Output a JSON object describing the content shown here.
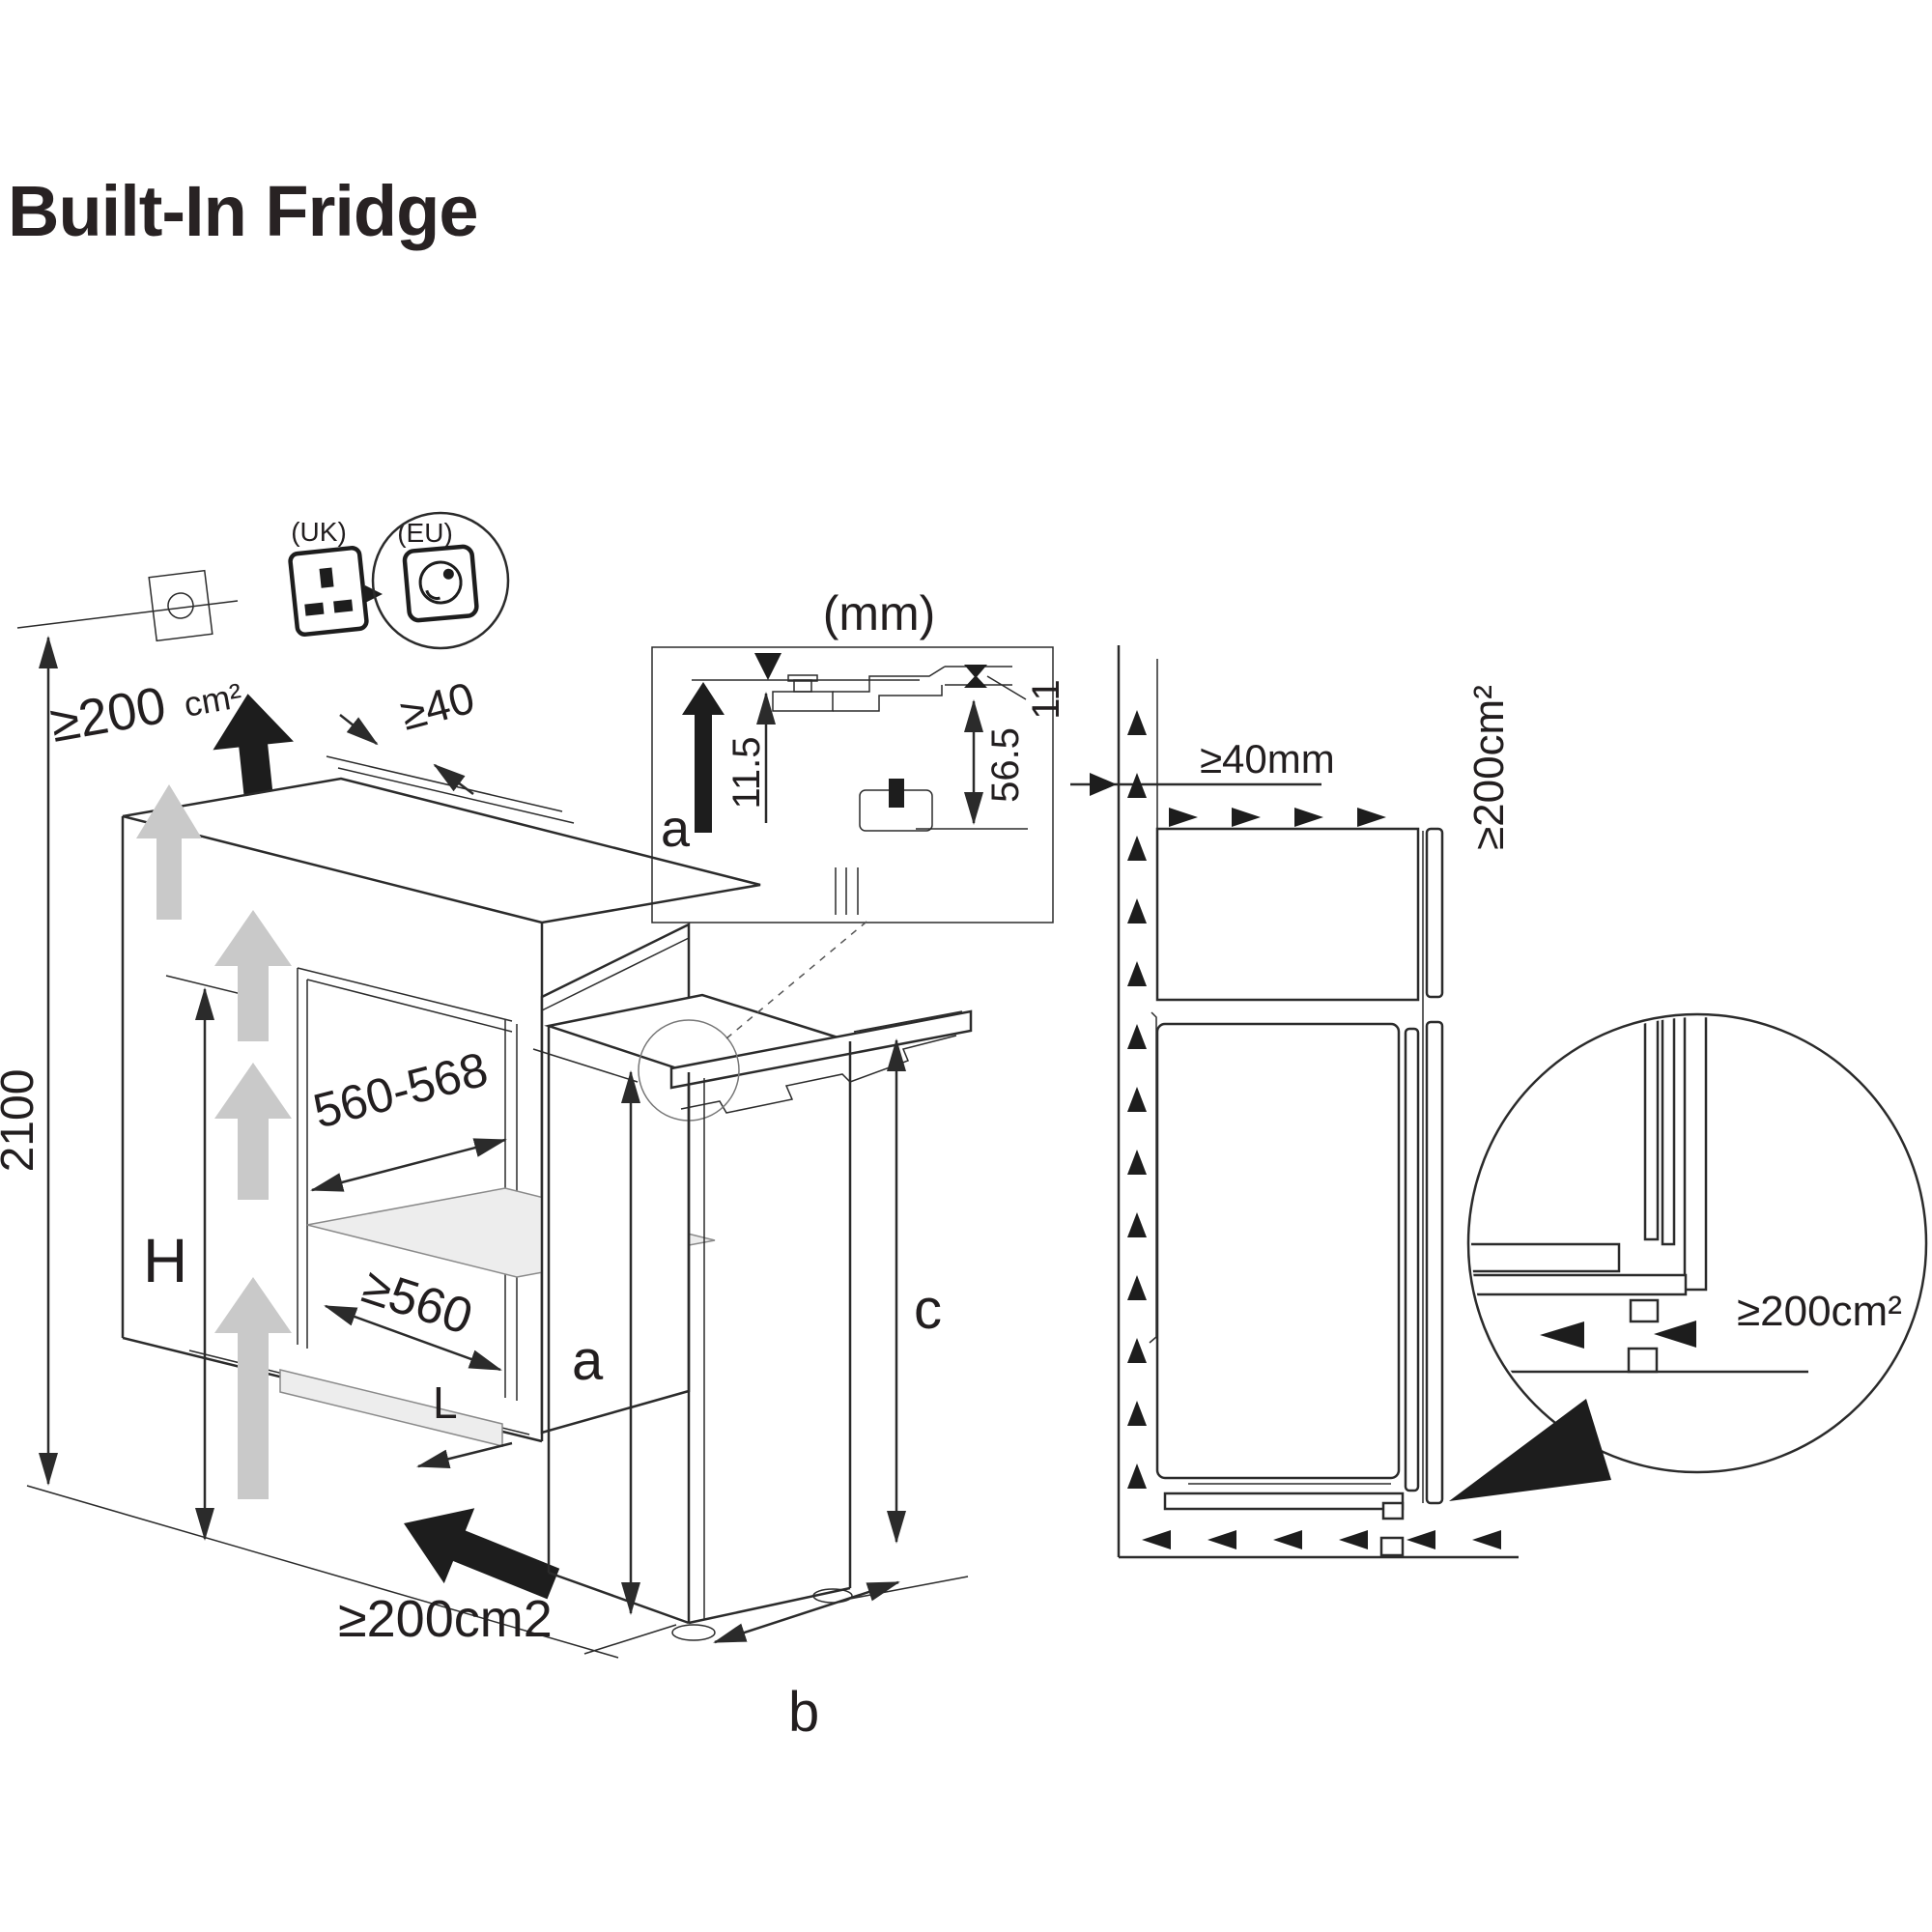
{
  "title": "Built-In Fridge",
  "plugs": {
    "uk": "(UK)",
    "eu": "(EU)"
  },
  "cabinet": {
    "top_vent_value": "≥200",
    "top_vent_unit": "cm²",
    "top_gap": "≥40",
    "total_height": "2100",
    "niche_height": "H",
    "niche_width": "560-568",
    "niche_depth": "≥560",
    "plinth_depth": "L",
    "bottom_vent": "≥200cm2"
  },
  "inset": {
    "units": "(mm)",
    "niche_dim": "a",
    "offset_top": "11.5",
    "bracket_drop": "56.5",
    "gap": "11"
  },
  "appliance": {
    "height": "a",
    "depth": "b",
    "door_height": "c"
  },
  "side_view": {
    "rear_gap": "≥40mm",
    "top_vent": "≥200cm²",
    "plinth_vent": "≥200cm²"
  }
}
